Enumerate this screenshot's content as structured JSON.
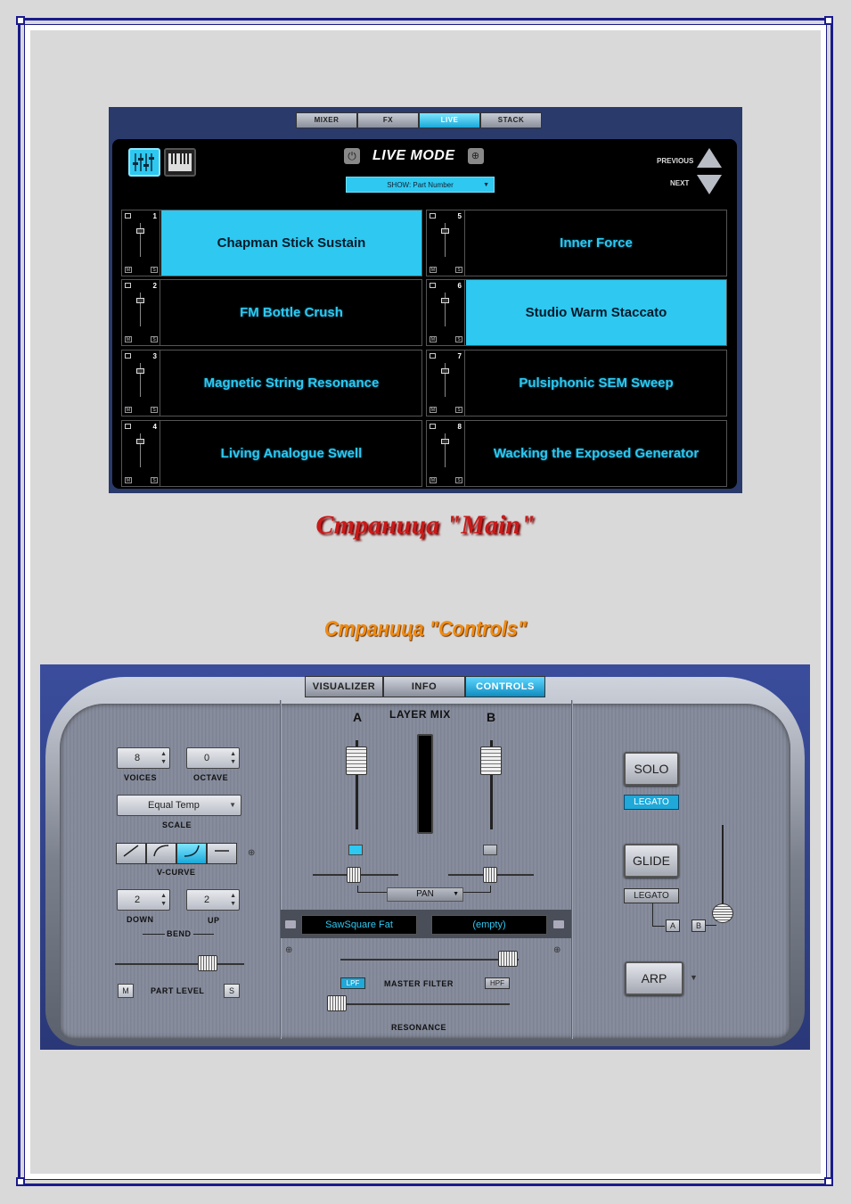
{
  "live_panel": {
    "tabs": [
      "MIXER",
      "FX",
      "LIVE",
      "STACK"
    ],
    "active_tab": "LIVE",
    "title": "LIVE MODE",
    "show_dropdown": "SHOW: Part Number",
    "previous_label": "PREVIOUS",
    "next_label": "NEXT",
    "slots": [
      {
        "number": "1",
        "name": "Chapman Stick Sustain",
        "active": true
      },
      {
        "number": "2",
        "name": "FM Bottle Crush",
        "active": false
      },
      {
        "number": "3",
        "name": "Magnetic String Resonance",
        "active": false
      },
      {
        "number": "4",
        "name": "Living Analogue Swell",
        "active": false
      },
      {
        "number": "5",
        "name": "Inner Force",
        "active": false
      },
      {
        "number": "6",
        "name": "Studio Warm Staccato",
        "active": true
      },
      {
        "number": "7",
        "name": "Pulsiphonic SEM Sweep",
        "active": false
      },
      {
        "number": "8",
        "name": "Wacking the Exposed Generator",
        "active": false
      }
    ],
    "slot_m_label": "M",
    "slot_s_label": "S"
  },
  "headings": {
    "main": "Страница \"Main\"",
    "controls": "Страница \"Controls\""
  },
  "controls_panel": {
    "tabs": [
      "VISUALIZER",
      "INFO",
      "CONTROLS"
    ],
    "active_tab": "CONTROLS",
    "voices": {
      "value": "8",
      "label": "VOICES"
    },
    "octave": {
      "value": "0",
      "label": "OCTAVE"
    },
    "scale": {
      "value": "Equal Temp",
      "label": "SCALE"
    },
    "vcurve_label": "V-CURVE",
    "bend_down": {
      "value": "2",
      "label": "DOWN"
    },
    "bend_up": {
      "value": "2",
      "label": "UP"
    },
    "bend_label": "BEND",
    "part_level_label": "PART LEVEL",
    "m_label": "M",
    "s_label": "S",
    "layer_mix_label": "LAYER MIX",
    "a_label": "A",
    "b_label": "B",
    "pan_label": "PAN",
    "patch_a": "SawSquare Fat",
    "patch_b": "(empty)",
    "lpf_label": "LPF",
    "master_filter_label": "MASTER FILTER",
    "hpf_label": "HPF",
    "resonance_label": "RESONANCE",
    "solo_label": "SOLO",
    "legato_on_label": "LEGATO",
    "glide_label": "GLIDE",
    "legato_off_label": "LEGATO",
    "ab_a": "A",
    "ab_b": "B",
    "arp_label": "ARP",
    "colors": {
      "accent": "#2ec8f0",
      "panel": "#2a3878"
    }
  }
}
